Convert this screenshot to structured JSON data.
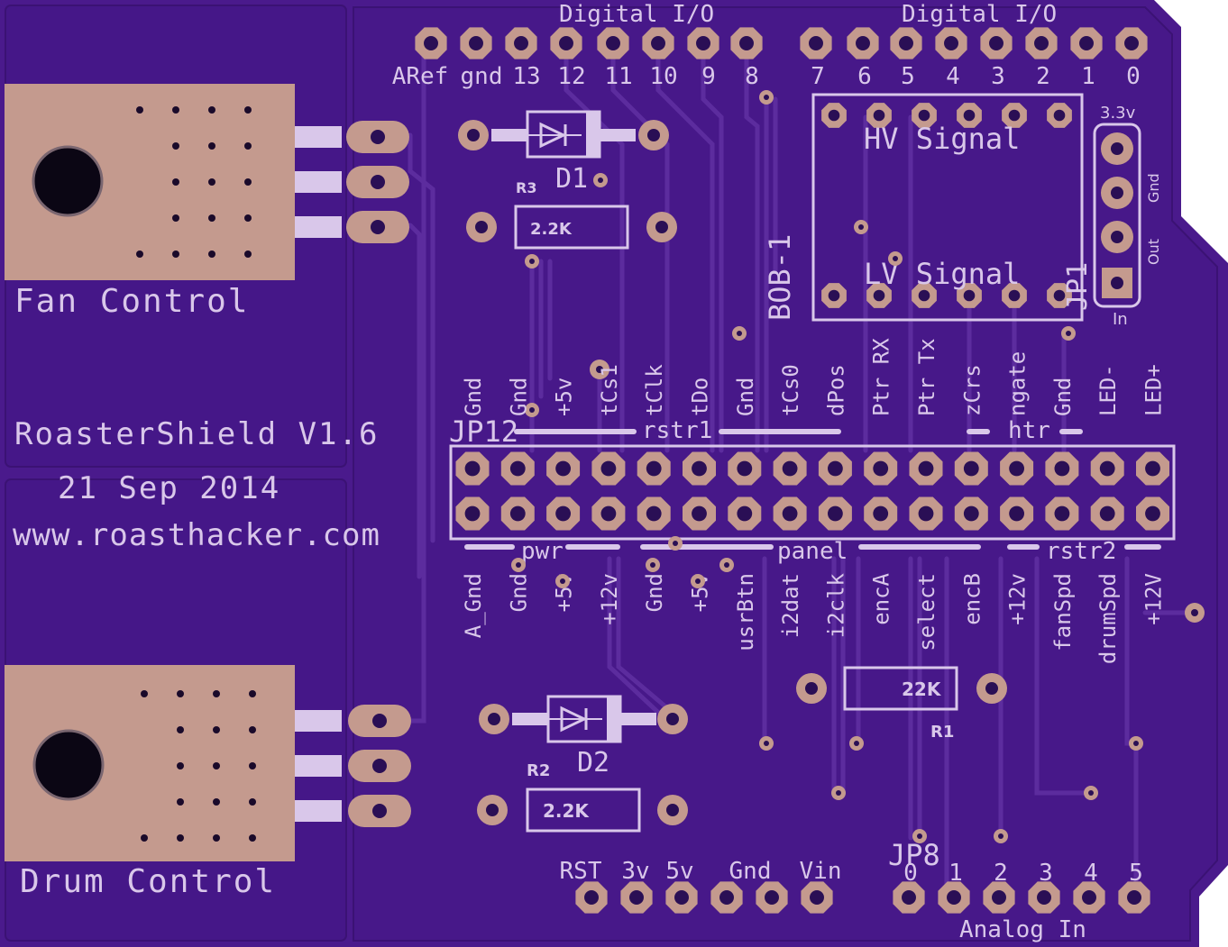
{
  "colors": {
    "board": "#4a1a8c",
    "board_edge": "#3d1478",
    "copper_pour": "#451788",
    "trace": "#5a2a9c",
    "trace_light": "#6a38ac",
    "pad": "#c49a8e",
    "pad_hole": "#2a0f55",
    "silkscreen": "#d9c7ea",
    "module": "#c49a8e"
  },
  "header_top_left": {
    "title": "Digital I/O",
    "labels": [
      "ARef",
      "gnd",
      "13",
      "12",
      "11",
      "10",
      "9",
      "8"
    ]
  },
  "header_top_right": {
    "title": "Digital I/O",
    "labels": [
      "7",
      "6",
      "5",
      "4",
      "3",
      "2",
      "1",
      "0"
    ]
  },
  "fan": {
    "label": "Fan Control"
  },
  "drum": {
    "label": "Drum Control"
  },
  "shield": {
    "name": "RoasterShield V1.6",
    "date": "21 Sep 2014",
    "url": "www.roasthacker.com"
  },
  "components": {
    "d1": "D1",
    "d2": "D2",
    "r1_ref": "R1",
    "r1_value": "22K",
    "r2_ref": "R2",
    "r2_value": "2.2K",
    "r3_ref": "R3",
    "r3_value": "2.2K",
    "bob": "BOB-1",
    "hv": "HV Signal",
    "lv": "LV Signal",
    "jp1": "JP1",
    "jp8": "JP8",
    "jp12": "JP12"
  },
  "jp1_labels": {
    "v33": "3.3v",
    "gnd": "Gnd",
    "out": "Out",
    "in": "In"
  },
  "jp12_top_labels": [
    "Gnd",
    "Gnd",
    "+5v",
    "tCs1",
    "tClk",
    "tDo",
    "Gnd",
    "tCs0",
    "dPos",
    "Ptr RX",
    "Ptr Tx",
    "zCrs",
    "ngate",
    "Gnd",
    "LED-",
    "LED+"
  ],
  "jp12_bottom_labels": [
    "A_Gnd",
    "Gnd",
    "+5v",
    "+12v",
    "Gnd",
    "+5v",
    "usrBtn",
    "i2dat",
    "i2clk",
    "encA",
    "select",
    "encB",
    "+12v",
    "fanSpd",
    "drumSpd",
    "+12V"
  ],
  "group_labels": {
    "rstr1": "rstr1",
    "htr": "htr",
    "pwr": "pwr",
    "panel": "panel",
    "rstr2": "rstr2"
  },
  "power_labels": [
    "RST",
    "3v",
    "5v",
    "Gnd",
    "Vin"
  ],
  "analog_labels": [
    "0",
    "1",
    "2",
    "3",
    "4",
    "5"
  ],
  "analog_title": "Analog In"
}
